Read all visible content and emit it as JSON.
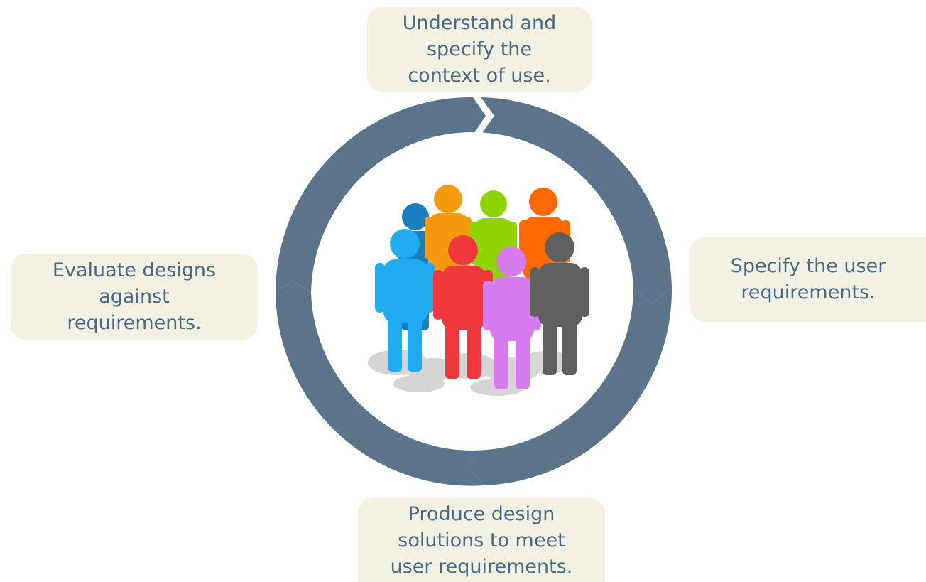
{
  "diagram": {
    "colors": {
      "ring": "#5b738b",
      "box_fill": "#f3f0e4",
      "text": "#4a6a82",
      "shadow": "#c8c8c8"
    },
    "steps": {
      "top": "Understand and\nspecify the\ncontext of use.",
      "right": "Specify the user\nrequirements.",
      "bottom": "Produce design\nsolutions to meet\nuser requirements.",
      "left": "Evaluate designs\nagainst\nrequirements."
    },
    "people_colors": [
      "#1a7fc0",
      "#f59a0c",
      "#8fd400",
      "#ff6a00",
      "#22aaf0",
      "#f0383c",
      "#d77bf0",
      "#606060"
    ]
  }
}
